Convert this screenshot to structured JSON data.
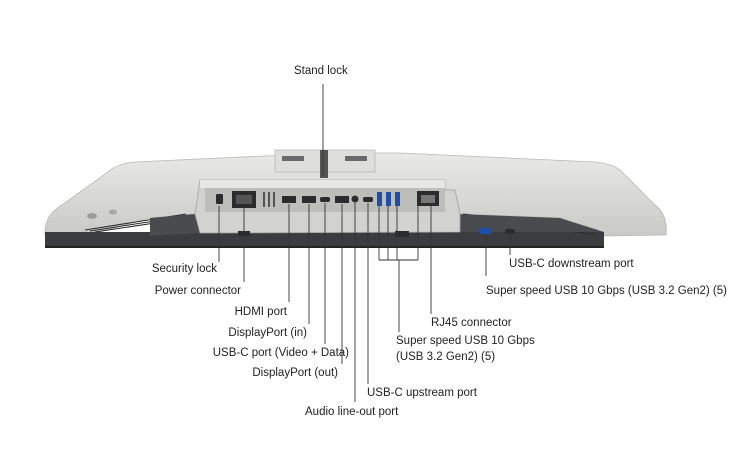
{
  "labels": {
    "stand_lock": "Stand lock",
    "security_lock": "Security lock",
    "power_connector": "Power connector",
    "hdmi_port": "HDMI port",
    "displayport_in": "DisplayPort (in)",
    "usbc_video_data": "USB-C port (Video + Data)",
    "displayport_out": "DisplayPort (out)",
    "audio_lineout": "Audio line-out port",
    "usbc_upstream": "USB-C upstream port",
    "usb_superspeed_rear_line1": "Super speed USB 10 Gbps",
    "usb_superspeed_rear_line2": "(USB 3.2 Gen2) (5)",
    "rj45": "RJ45 connector",
    "usbc_downstream": "USB-C downstream port",
    "usb_superspeed_side": "Super speed USB 10 Gbps (USB 3.2 Gen2) (5)"
  }
}
